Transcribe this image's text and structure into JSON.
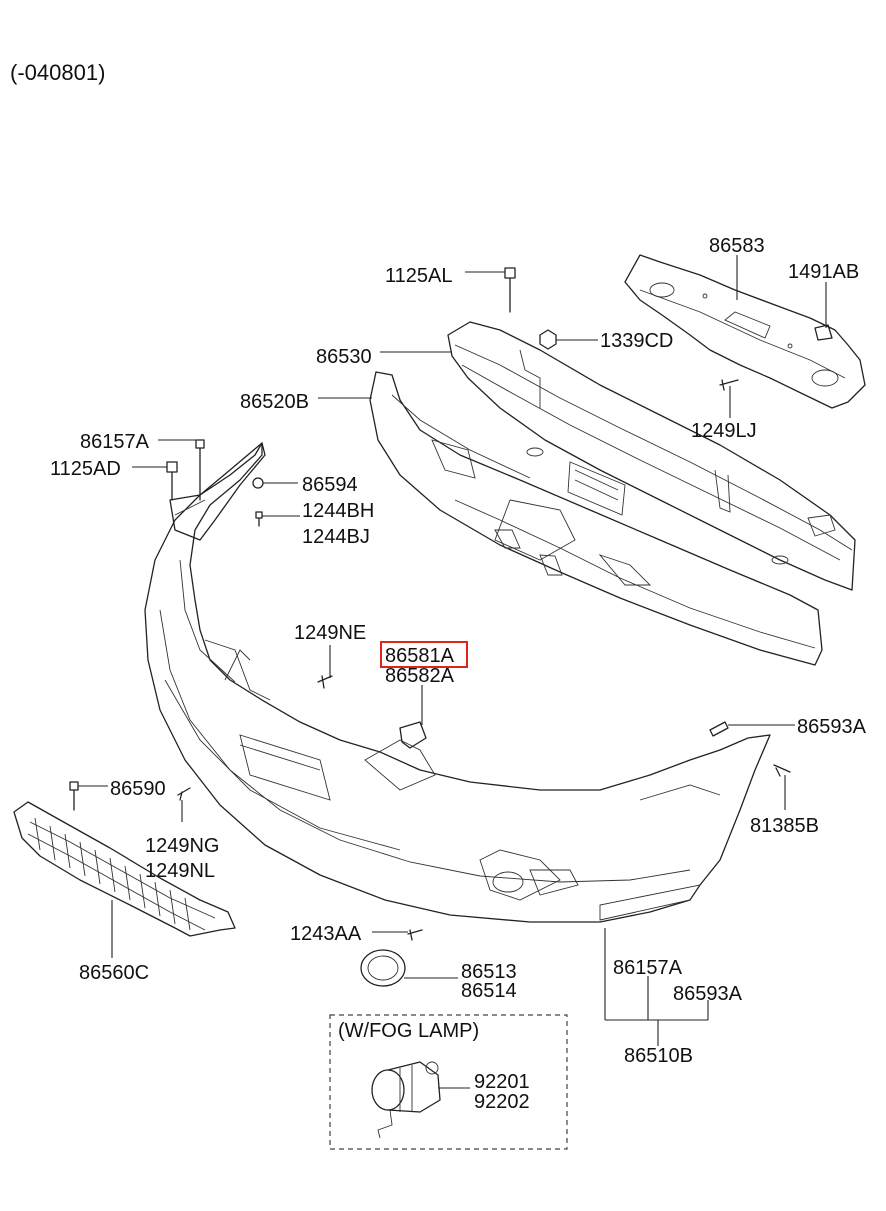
{
  "header": {
    "range": "(-040801)"
  },
  "labels": {
    "p86583": "86583",
    "p1491AB": "1491AB",
    "p1125AL": "1125AL",
    "p1339CD": "1339CD",
    "p86530": "86530",
    "p86520B": "86520B",
    "p1249LJ": "1249LJ",
    "p86157A_top": "86157A",
    "p1125AD": "1125AD",
    "p86594": "86594",
    "p1244BH": "1244BH",
    "p1244BJ": "1244BJ",
    "p1249NE": "1249NE",
    "p86581A": "86581A",
    "p86582A": "86582A",
    "p86593A_right": "86593A",
    "p86590": "86590",
    "p81385B": "81385B",
    "p1249NG": "1249NG",
    "p1249NL": "1249NL",
    "p86560C": "86560C",
    "p1243AA": "1243AA",
    "p86513": "86513",
    "p86514": "86514",
    "p86157A_bottom": "86157A",
    "p86593A_bottom": "86593A",
    "p86510B": "86510B",
    "fog_title": "(W/FOG LAMP)",
    "p92201": "92201",
    "p92202": "92202"
  },
  "highlight": {
    "part": "86581A",
    "color": "#e0241b"
  }
}
